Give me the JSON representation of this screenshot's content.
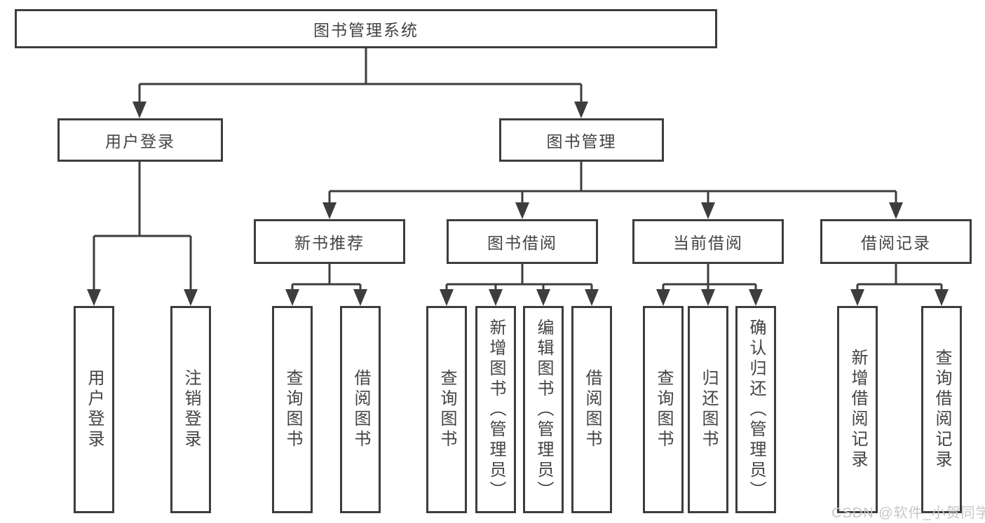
{
  "diagram": {
    "root": {
      "label": "图书管理系统"
    },
    "level2": {
      "user_login": {
        "label": "用户登录"
      },
      "book_management": {
        "label": "图书管理"
      }
    },
    "level3": {
      "new_book_recommend": {
        "label": "新书推荐"
      },
      "book_borrow": {
        "label": "图书借阅"
      },
      "current_borrow": {
        "label": "当前借阅"
      },
      "borrow_record": {
        "label": "借阅记录"
      }
    },
    "leaves": {
      "login_user_login": {
        "label": "用户登录"
      },
      "login_logout": {
        "label": "注销登录"
      },
      "recommend_query_book": {
        "label": "查询图书"
      },
      "recommend_borrow_book": {
        "label": "借阅图书"
      },
      "borrow_query_book": {
        "label": "查询图书"
      },
      "borrow_add_book": {
        "label": "新增图书（管理员）"
      },
      "borrow_edit_book": {
        "label": "编辑图书（管理员）"
      },
      "borrow_borrow_book": {
        "label": "借阅图书"
      },
      "current_query_book": {
        "label": "查询图书"
      },
      "current_return_book": {
        "label": "归还图书"
      },
      "current_confirm_return": {
        "label": "确认归还（管理员）"
      },
      "record_add_record": {
        "label": "新增借阅记录"
      },
      "record_query_record": {
        "label": "查询借阅记录"
      }
    }
  },
  "watermark": {
    "text": "CSDN @软件_小贺同学"
  },
  "colors": {
    "line": "#3d3d3d",
    "text": "#434343",
    "background": "#ffffff",
    "watermark": "#c7c7c7"
  }
}
